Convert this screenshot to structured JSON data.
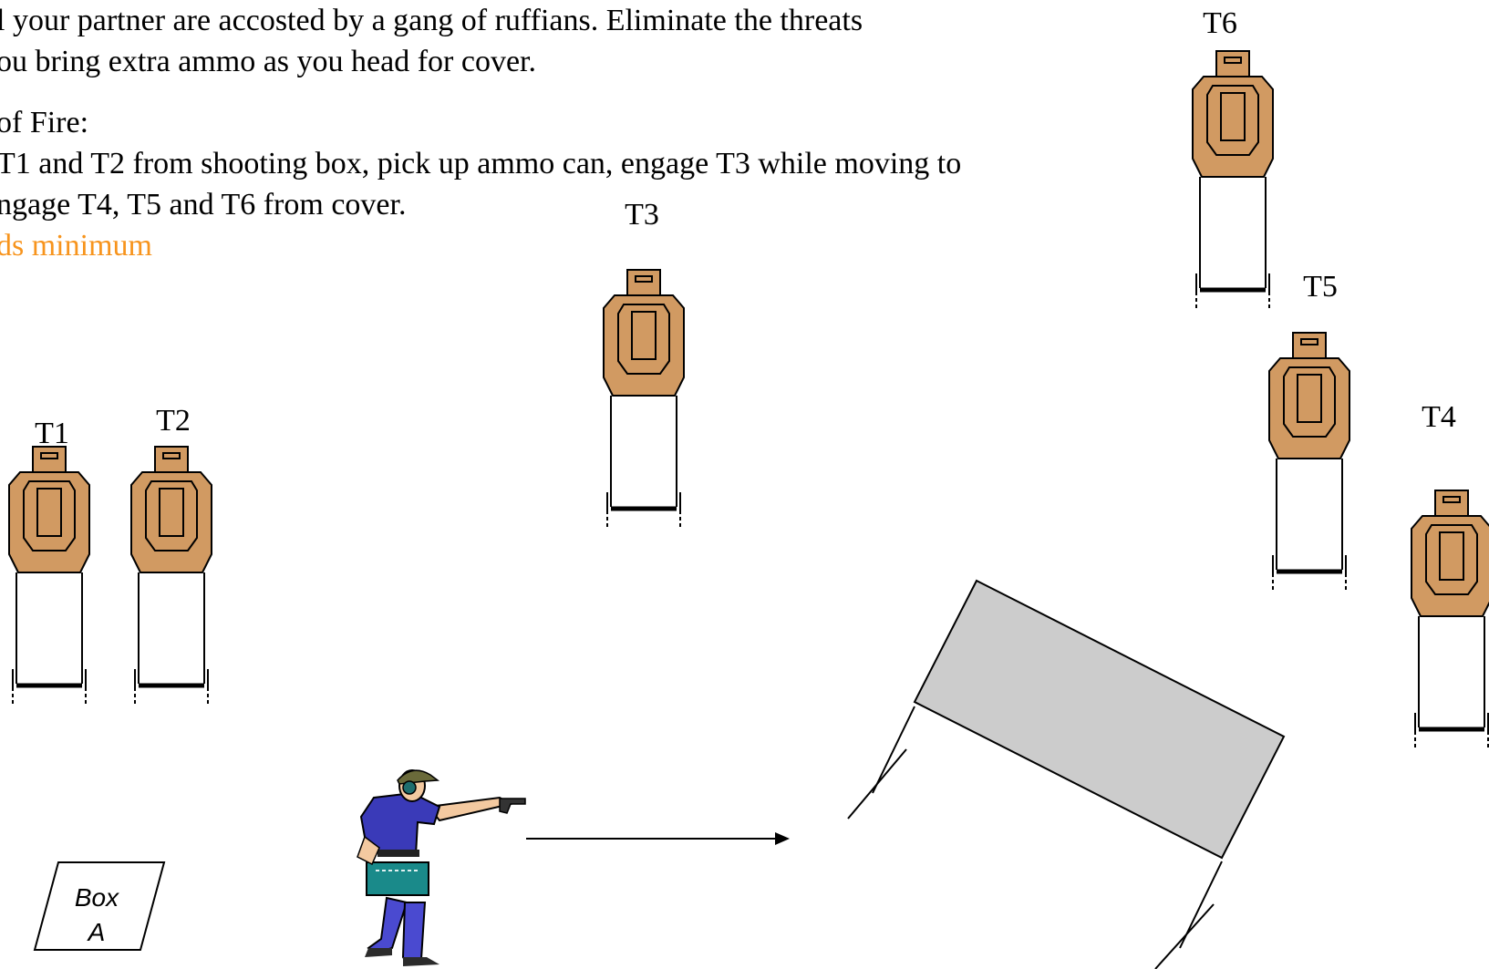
{
  "briefing": {
    "line1": "l your partner are accosted by a gang of ruffians.  Eliminate the threats",
    "line2": "ou bring extra ammo as you head for cover.",
    "heading": "of Fire:",
    "line3": " T1 and T2 from shooting box, pick up ammo can, engage  T3 while moving to",
    "line4": "ngage T4, T5 and T6 from cover.",
    "rounds": "ds minimum"
  },
  "targets": [
    {
      "id": "T1",
      "label": "T1"
    },
    {
      "id": "T2",
      "label": "T2"
    },
    {
      "id": "T3",
      "label": "T3"
    },
    {
      "id": "T4",
      "label": "T4"
    },
    {
      "id": "T5",
      "label": "T5"
    },
    {
      "id": "T6",
      "label": "T6"
    }
  ],
  "shooting_box": {
    "line1": "Box",
    "line2": "A"
  },
  "colors": {
    "target_fill": "#d19a62",
    "cover_fill": "#cccccc",
    "rounds_text": "#f7941d",
    "shirt": "#3a3ab8",
    "ammo_can": "#1a8a8a"
  }
}
